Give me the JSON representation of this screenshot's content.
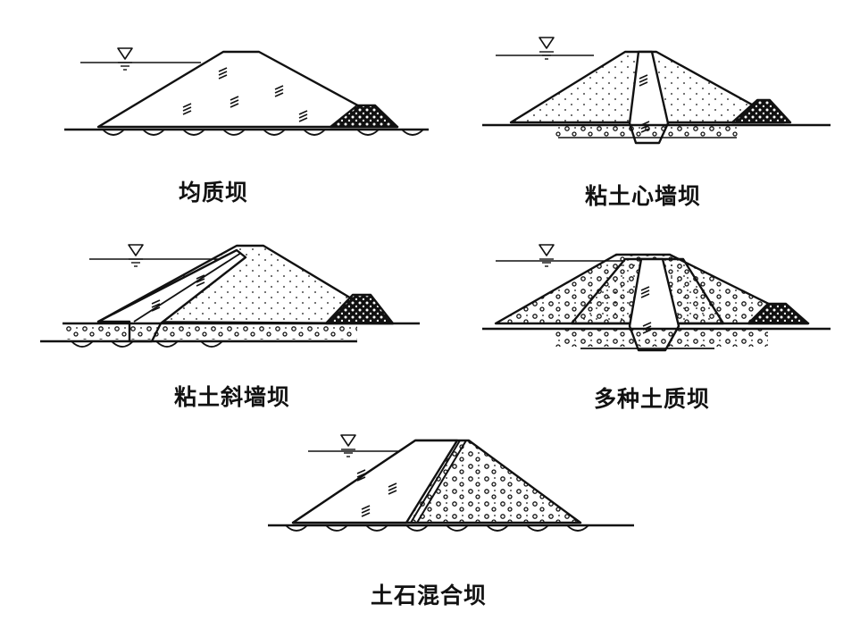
{
  "captions": {
    "homogeneous": "均质坝",
    "clay_core": "粘土心墙坝",
    "clay_sloping_core": "粘土斜墙坝",
    "zoned": "多种土质坝",
    "earth_rock": "土石混合坝"
  },
  "colors": {
    "ink": "#111111",
    "paper": "#ffffff"
  }
}
